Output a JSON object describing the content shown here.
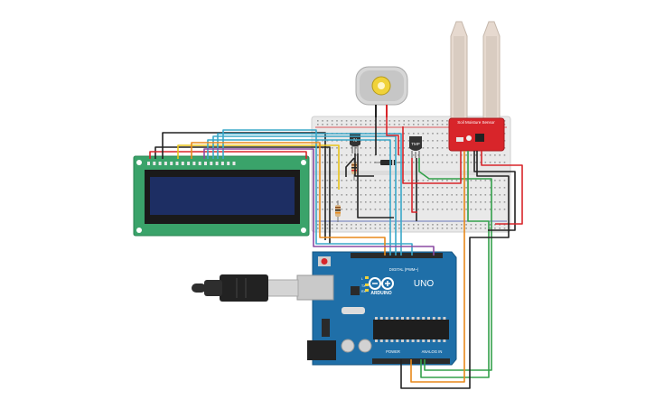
{
  "board": {
    "brand": "ARDUINO",
    "model": "UNO",
    "digital_label": "DIGITAL (PWM~)",
    "power_label": "POWER",
    "analog_label": "ANALOG IN",
    "tx_label": "TX",
    "rx_label": "RX",
    "l_label": "L"
  },
  "sensor": {
    "label": "Soil Moisture Sensor"
  },
  "transistor": {
    "label": "N"
  },
  "temp_sensor": {
    "label": "TMP"
  },
  "colors": {
    "breadboard": "#e9e9e9",
    "arduino": "#1f6fa8",
    "lcd_pcb": "#3aa36a",
    "lcd_screen": "#1d2e63",
    "sensor_board": "#d8252a",
    "probe": "#e6d9cf",
    "wire_red": "#d8252a",
    "wire_black": "#222222",
    "wire_green": "#33a04a",
    "wire_orange": "#e8891a",
    "wire_yellow": "#e8c41a",
    "wire_cyan": "#3aa8c9",
    "wire_purple": "#8b4aa3"
  }
}
